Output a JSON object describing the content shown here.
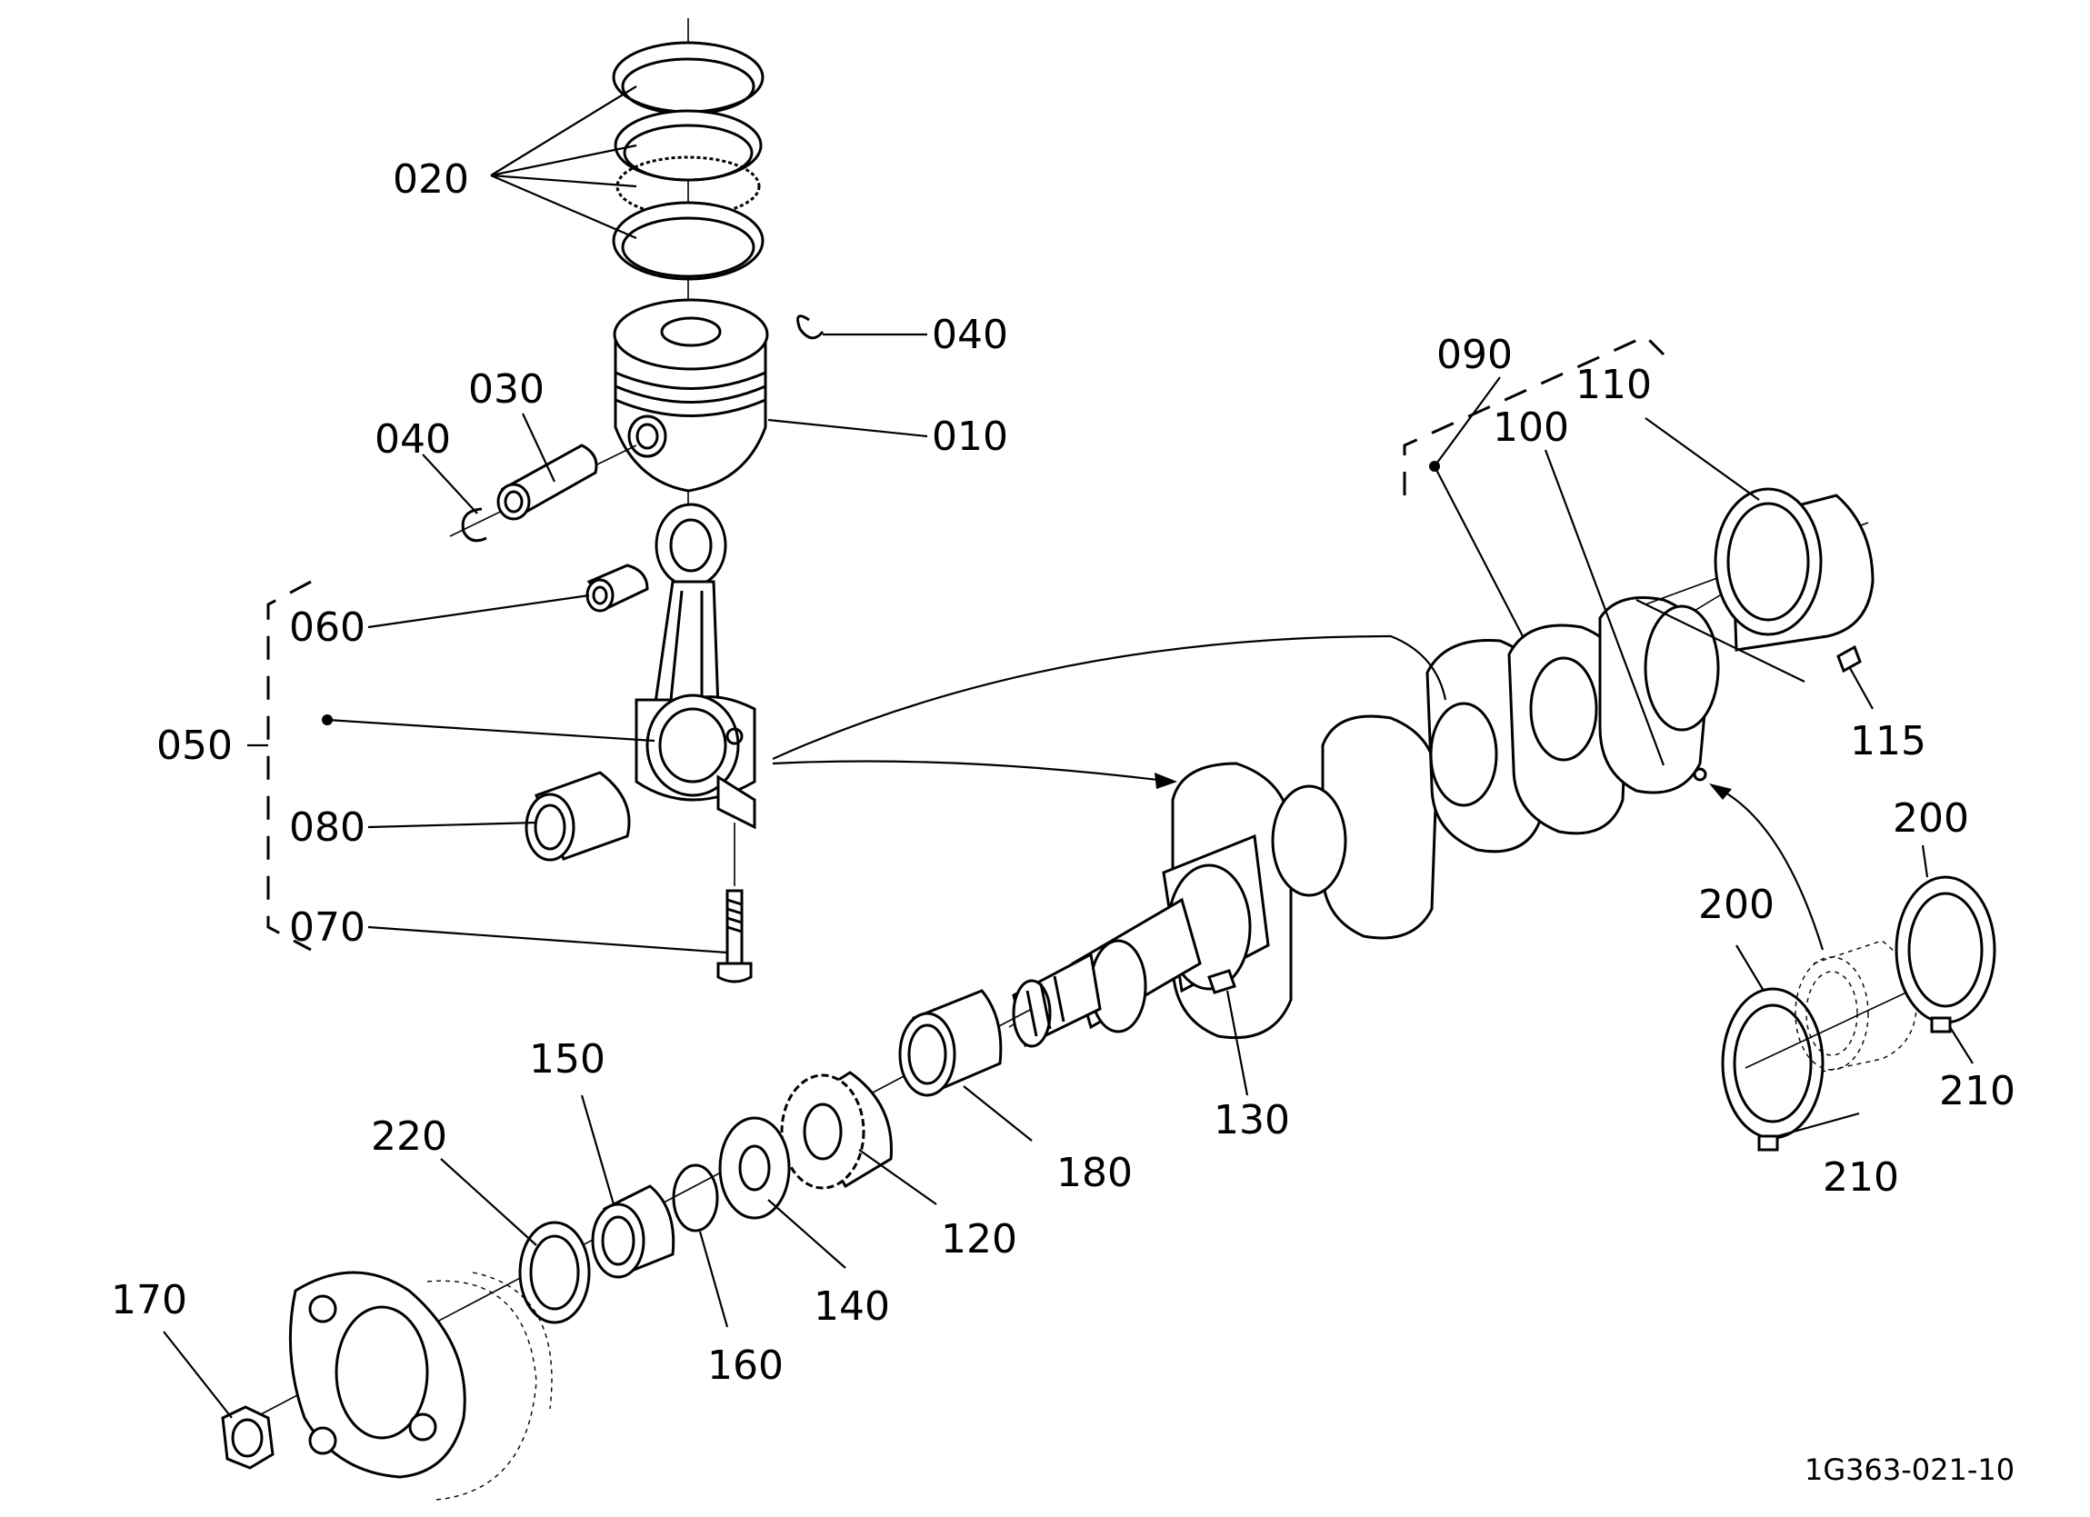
{
  "labels": {
    "p010": "010",
    "p020": "020",
    "p030": "030",
    "p040_a": "040",
    "p040_b": "040",
    "p050": "050",
    "p060": "060",
    "p070": "070",
    "p080": "080",
    "p090": "090",
    "p100": "100",
    "p110": "110",
    "p115": "115",
    "p120": "120",
    "p130": "130",
    "p140": "140",
    "p150": "150",
    "p160": "160",
    "p170": "170",
    "p180": "180",
    "p200_a": "200",
    "p200_b": "200",
    "p210_a": "210",
    "p210_b": "210",
    "p220": "220"
  },
  "drawing_code": "1G363-021-10"
}
